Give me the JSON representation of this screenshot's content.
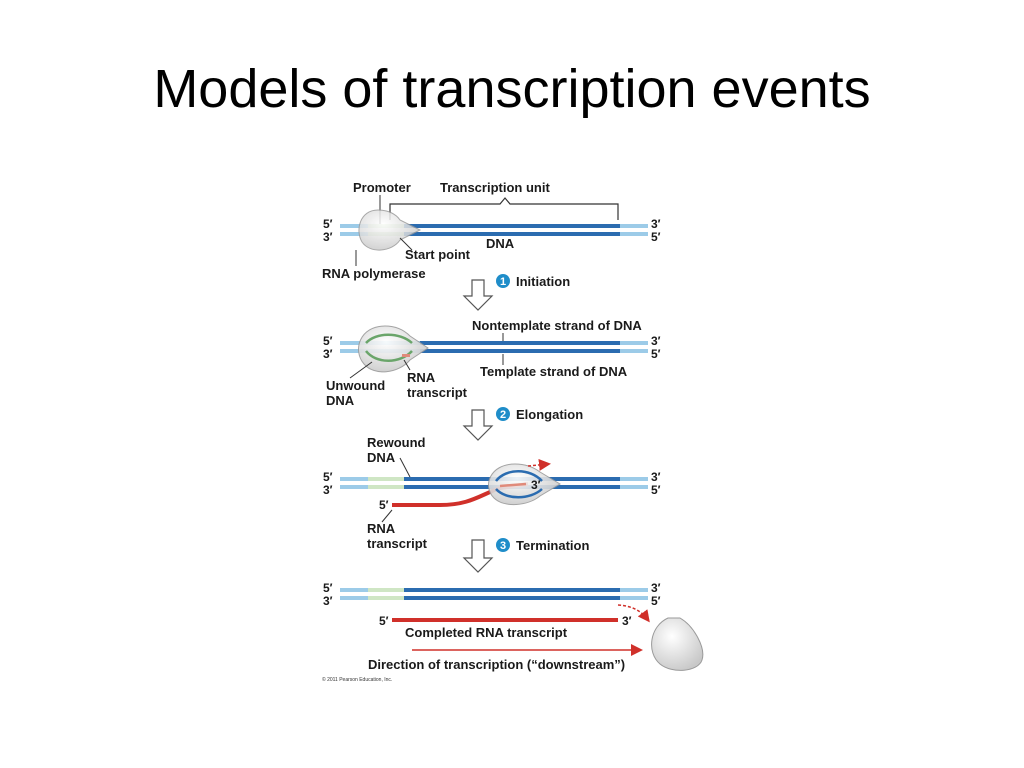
{
  "slide": {
    "title": "Models of transcription events"
  },
  "labels": {
    "promoter": "Promoter",
    "transcription_unit": "Transcription unit",
    "dna": "DNA",
    "start_point": "Start point",
    "rna_polymerase": "RNA polymerase",
    "nontemplate_strand": "Nontemplate strand of DNA",
    "template_strand": "Template strand of DNA",
    "unwound_dna_1": "Unwound",
    "unwound_dna_2": "DNA",
    "rna_transcript_1a": "RNA",
    "rna_transcript_1b": "transcript",
    "rewound_dna_1": "Rewound",
    "rewound_dna_2": "DNA",
    "rna_transcript_2a": "RNA",
    "rna_transcript_2b": "transcript",
    "completed_transcript": "Completed RNA transcript",
    "direction": "Direction of transcription (“downstream”)",
    "copyright": "© 2011 Pearson Education, Inc."
  },
  "ends": {
    "five": "5′",
    "three": "3′"
  },
  "steps": [
    {
      "num": "1",
      "label": "Initiation"
    },
    {
      "num": "2",
      "label": "Elongation"
    },
    {
      "num": "3",
      "label": "Termination"
    }
  ],
  "colors": {
    "dna": "#2b6cb0",
    "dna_light": "#9ccbe8",
    "promoter": "#cfe6c4",
    "rna": "#d0302a",
    "polymerase": "#e2e2e2",
    "step_badge": "#1f8dc9"
  }
}
